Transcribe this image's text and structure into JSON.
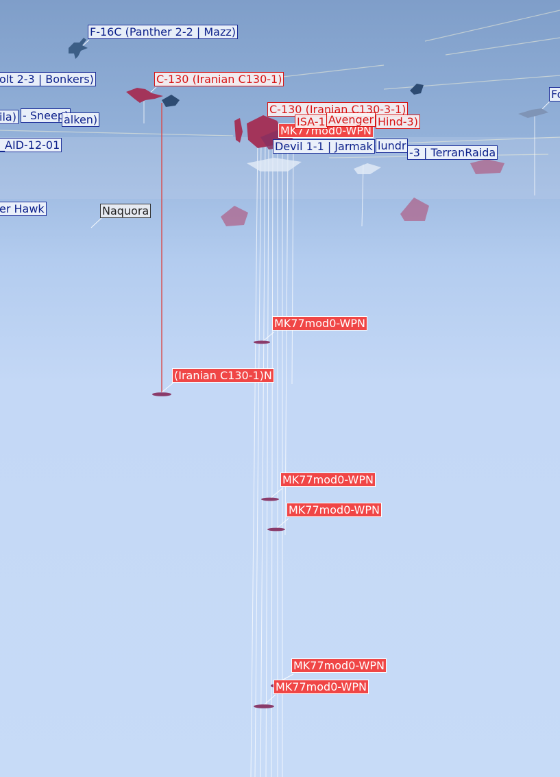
{
  "labels": {
    "f16c_panther": "F-16C (Panther 2-2 | Mazz)",
    "bolt_bonkers": "olt 2-3 | Bonkers)",
    "c130_iranian_1": "C-130 (Iranian C130-1)",
    "c130_iranian_3": "C-130 (Iranian C130-3-1)",
    "left_ila": "ila)",
    "left_sneep": "- Sneep)",
    "left_falken": "alken)",
    "aid_12_01": "_AID-12-01",
    "left_hawk": "er Hawk",
    "naquora": "Naquora",
    "fo_right": "Fo",
    "isa_1": "ISA-1",
    "avenger": "Avenger",
    "hind_3": "Hind-3)",
    "mk77_cluster": "MK77mod0-WPN",
    "devil_jarmak": "Devil 1-1 | Jarmak",
    "lundr": "lundr",
    "terranraida": "-3 | TerranRaida",
    "mk77_1": "MK77mod0-WPN",
    "iranian_c130_1_weapon": "(Iranian C130-1)N",
    "mk77_2": "MK77mod0-WPN",
    "mk77_3": "MK77mod0-WPN",
    "mk77_4": "MK77mod0-WPN",
    "mk77_5": "MK77mod0-WPN"
  },
  "colors": {
    "friendly_label_text": "#0b1f8a",
    "hostile_label_text": "#d81414",
    "hostile_label_fill": "#f04646",
    "trail_color": "#ffffff",
    "hostile_line": "#d84a4a",
    "hostile_model": "#a3345a",
    "friendly_model": "#3c5e86"
  }
}
